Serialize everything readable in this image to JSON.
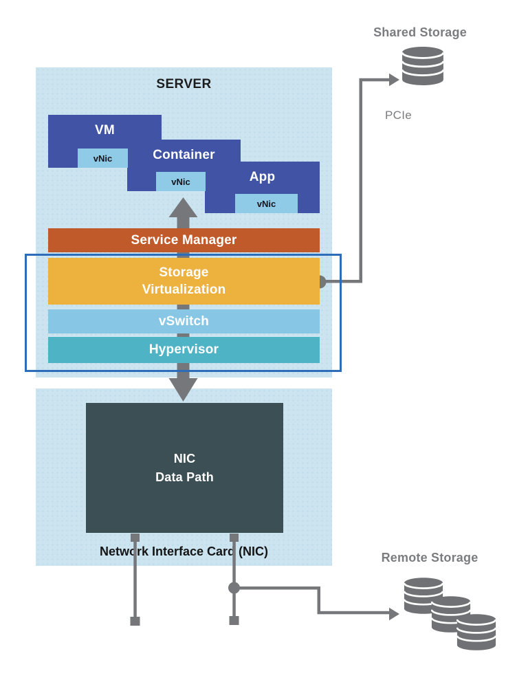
{
  "server": {
    "title": "SERVER",
    "workloads": [
      {
        "label": "VM",
        "vnic_label": "vNic"
      },
      {
        "label": "Container",
        "vnic_label": "vNic"
      },
      {
        "label": "App",
        "vnic_label": "vNic"
      }
    ],
    "layers": [
      {
        "label": "Service Manager",
        "color": "#C15A2B"
      },
      {
        "label": "Storage\nVirtualization",
        "color": "#ECB23D"
      },
      {
        "label": "vSwitch",
        "color": "#87C7E5"
      },
      {
        "label": "Hypervisor",
        "color": "#4DB3C5"
      }
    ]
  },
  "nic": {
    "box_label": "NIC\nData Path",
    "caption": "Network Interface Card (NIC)"
  },
  "connections": {
    "shared_storage_label": "Shared Storage",
    "pcie_label": "PCIe",
    "remote_storage_label": "Remote Storage"
  },
  "colors": {
    "panel_bg": "#CBE4F0",
    "workload_blue": "#4053A5",
    "vnic_blue": "#8FCBE6",
    "nic_dark": "#3B4F55",
    "connector_gray": "#76777A",
    "storage_gray": "#6F7174",
    "label_gray": "#7B7C7F",
    "highlight_blue": "#2D6CB8"
  }
}
